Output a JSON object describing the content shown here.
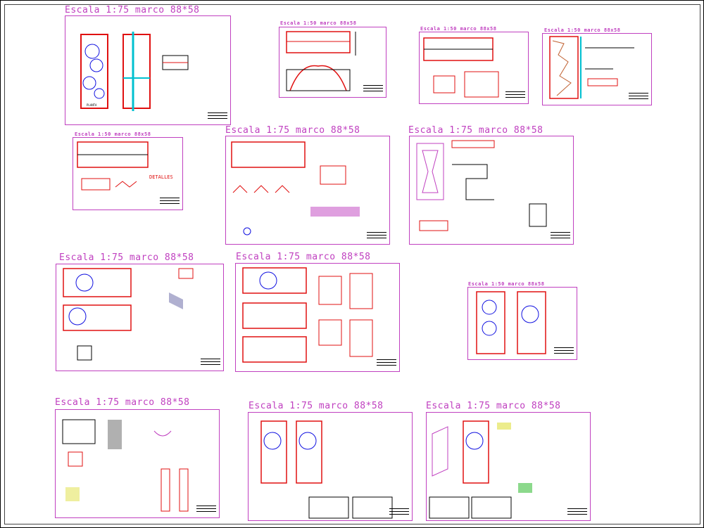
{
  "sheet_labels": {
    "escala_175": "Escala 1:75 marco 88*58",
    "escala_150": "Escala 1:50 marco 88x58",
    "escala_1_50_small": "Escala 1:50 marco 88x58"
  },
  "detail_words": {
    "detalles": "DETALLES"
  },
  "colors": {
    "frame": "#c040c0",
    "linework_red": "#e01010",
    "linework_blue": "#1010e0",
    "linework_cyan": "#00c0d0",
    "linework_black": "#000000"
  }
}
